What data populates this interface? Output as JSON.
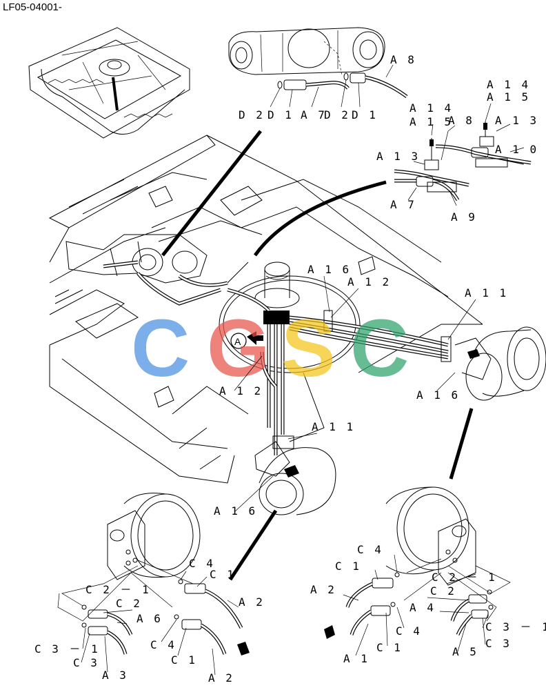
{
  "page_id": "LF05-04001-",
  "watermark": {
    "letters": [
      "C",
      "G",
      "S",
      "C"
    ],
    "colors": [
      "#4a90e2",
      "#e8544a",
      "#f5c518",
      "#2ea36b"
    ]
  },
  "detail_marker": "A",
  "labels": {
    "D2_top_a": "D 2",
    "D1_top_a": "D 1",
    "A7_top": "A 7",
    "D2_top_b": "D 2",
    "D1_top_b": "D 1",
    "A8_top": "A 8",
    "A14_r": "A 1 4",
    "A15_r": "A 1 5",
    "A14_l": "A 1 4",
    "A15_l": "A 1 5",
    "A8_r": "A 8",
    "A13_r": "A 1 3",
    "A10": "A 1 0",
    "A13_l": "A 1 3",
    "A7_r": "A 7",
    "A9": "A 9",
    "A16_a": "A 1 6",
    "A12_a": "A 1 2",
    "A11_a": "A 1 1",
    "A16_b": "A 1 6",
    "A12_b": "A 1 2",
    "A11_b": "A 1 1",
    "A16_c": "A 1 6",
    "C4_bl": "C 4",
    "C1_bl": "C 1",
    "C2_1_bl": "C 2 － 1",
    "C2_bl": "C 2",
    "A6": "A 6",
    "A2_bl": "A 2",
    "C3_1_bl": "C 3 － 1",
    "C4_bl2": "C 4",
    "C3_bl": "C 3",
    "C1_bl2": "C 1",
    "A3": "A 3",
    "A2_bl2": "A 2",
    "C4_br": "C 4",
    "C1_br": "C 1",
    "C2_1_br": "C 2 － 1",
    "A2_br": "A 2",
    "C2_br": "C 2",
    "A4": "A 4",
    "C4_br2": "C 4",
    "C3_1_br": "C 3 － 1",
    "C1_br2": "C 1",
    "C3_br": "C 3",
    "A1": "A 1",
    "A5": "A 5"
  },
  "icons": [
    "arrow-right-icon",
    "arrow-left-icon"
  ]
}
